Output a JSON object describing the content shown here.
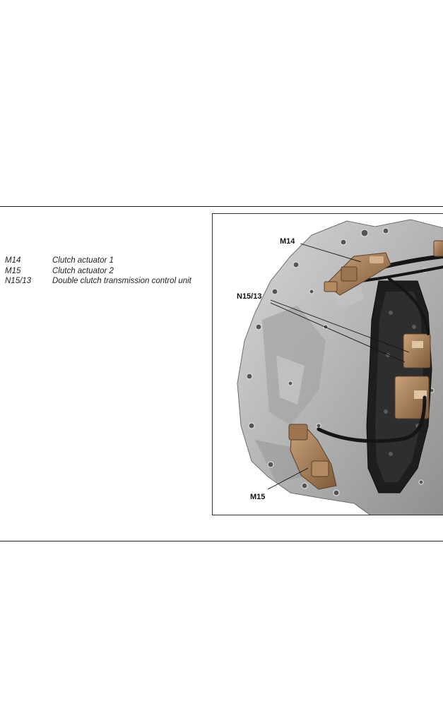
{
  "legend": {
    "items": [
      {
        "code": "M14",
        "description": "Clutch actuator 1"
      },
      {
        "code": "M15",
        "description": "Clutch actuator 2"
      },
      {
        "code": "N15/13",
        "description": "Double clutch transmission control unit"
      }
    ]
  },
  "figure": {
    "callouts": {
      "m14": "M14",
      "n15_13": "N15/13",
      "m15": "M15"
    },
    "colors": {
      "housing": "#b9b9b9",
      "actuator": "#9c7550",
      "control_unit": "#c79e78",
      "harness": "#1c1c1c"
    }
  }
}
